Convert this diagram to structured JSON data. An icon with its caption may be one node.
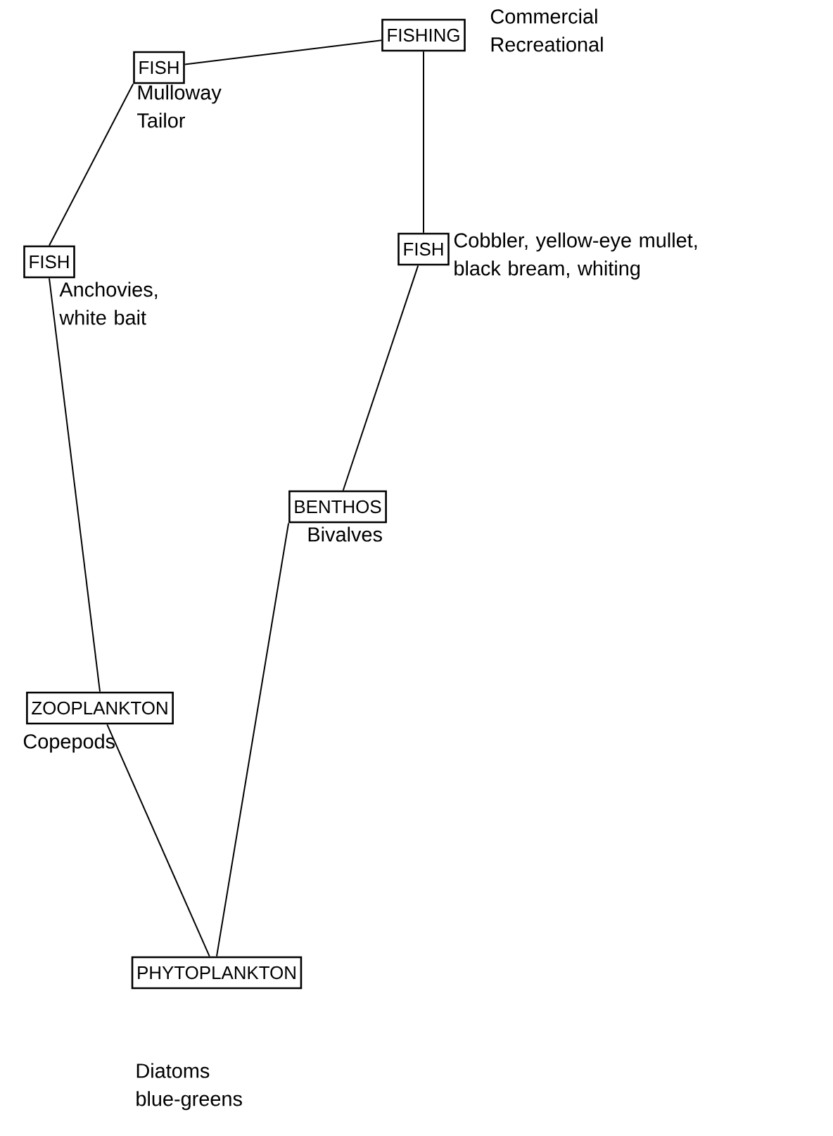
{
  "diagram": {
    "nodes": [
      {
        "text": [
          "FISH"
        ],
        "beside": [
          "Mulloway Tailor"
        ]
      },
      {
        "text": [
          "FISHING"
        ],
        "beside": [
          "Commercial Recreational"
        ]
      },
      {
        "text": [
          "FISH"
        ],
        "beside": [
          "Anchovies, white bait"
        ]
      },
      {
        "text": [
          "FISH"
        ],
        "beside": [
          "Cobbler, yellow-eye mullet, black bream, whiting"
        ]
      },
      {
        "text": [
          "BENTHOS"
        ],
        "beside": [
          "Bivalves"
        ]
      },
      {
        "text": [
          "ZOOPLANKTON"
        ],
        "beside": [
          "Copepods"
        ]
      },
      {
        "text": [
          "PHYTOPLANKTON"
        ],
        "beside": [
          "Diatoms blue-greens"
        ]
      }
    ],
    "edges": [
      {
        "from": 0,
        "to": 1,
        "arrow": "none"
      },
      {
        "from": 0,
        "to": 2,
        "arrow": "none"
      },
      {
        "from": 1,
        "to": 3,
        "arrow": "none"
      },
      {
        "from": 3,
        "to": 4,
        "arrow": "none"
      },
      {
        "from": 2,
        "to": 5,
        "arrow": "none"
      },
      {
        "from": 4,
        "to": 6,
        "arrow": "none"
      },
      {
        "from": 5,
        "to": 6,
        "arrow": "none"
      }
    ]
  }
}
